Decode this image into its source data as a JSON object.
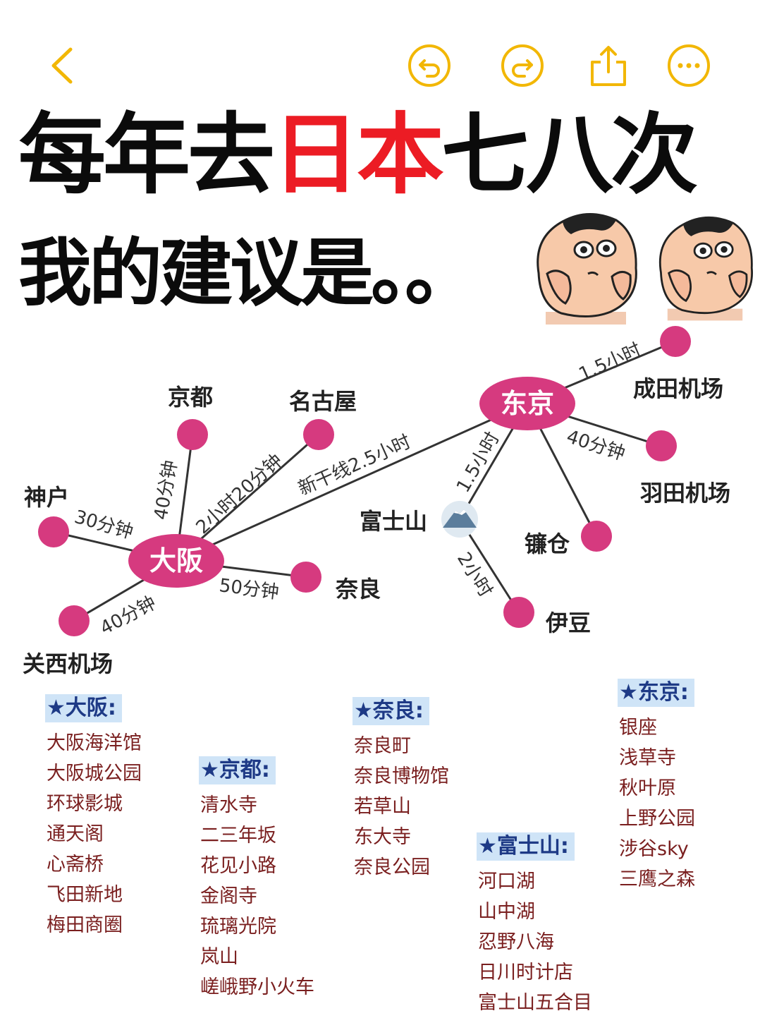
{
  "toolbar": {
    "back_icon": "chevron-left-icon",
    "undo_icon": "undo-icon",
    "redo_icon": "redo-icon",
    "share_icon": "share-icon",
    "more_icon": "more-icon",
    "accent": "#f2b705"
  },
  "headline": {
    "part1": "每年去",
    "highlight": "日本",
    "part2": "七八次",
    "sub": "我的建议是。。",
    "highlight_color": "#ec1c24"
  },
  "map": {
    "hubs": {
      "osaka": "大阪",
      "tokyo": "东京"
    },
    "cities": {
      "kyoto": "京都",
      "nagoya": "名古屋",
      "kobe": "神户",
      "nara": "奈良",
      "kansai_airport": "关西机场",
      "narita": "成田机场",
      "haneda": "羽田机场",
      "fuji": "富士山",
      "kamakura": "镰仓",
      "izu": "伊豆"
    },
    "durations": {
      "kyoto": "40分钟",
      "nagoya": "2小时20分钟",
      "kobe": "30分钟",
      "nara": "50分钟",
      "kansai_airport": "40分钟",
      "shinkansen": "新干线2.5小时",
      "narita": "1.5小时",
      "haneda": "40分钟",
      "fuji": "1.5小时",
      "izu": "2小时"
    },
    "node_color": "#d63a7f"
  },
  "lists": {
    "osaka": {
      "title": "★大阪:",
      "items": [
        "大阪海洋馆",
        "大阪城公园",
        "环球影城",
        "通天阁",
        "心斋桥",
        "飞田新地",
        "梅田商圈"
      ]
    },
    "kyoto": {
      "title": "★京都:",
      "items": [
        "清水寺",
        "二三年坂",
        "花见小路",
        "金阁寺",
        "琉璃光院",
        "岚山",
        "嵯峨野小火车"
      ]
    },
    "nara": {
      "title": "★奈良:",
      "items": [
        "奈良町",
        "奈良博物馆",
        "若草山",
        "东大寺",
        "奈良公园"
      ]
    },
    "fuji": {
      "title": "★富士山:",
      "items": [
        "河口湖",
        "山中湖",
        "忍野八海",
        "日川时计店",
        "富士山五合目"
      ]
    },
    "tokyo": {
      "title": "★东京:",
      "items": [
        "银座",
        "浅草寺",
        "秋叶原",
        "上野公园",
        "涉谷sky",
        "三鹰之森"
      ]
    }
  }
}
